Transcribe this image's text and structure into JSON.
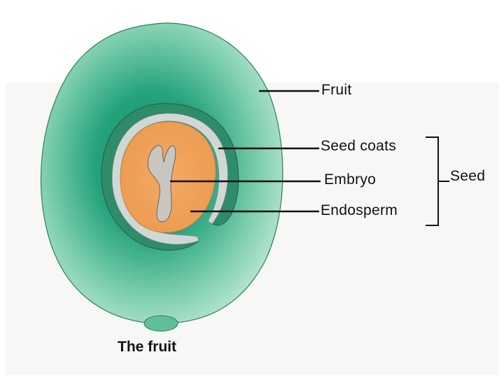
{
  "labels": {
    "fruit": "Fruit",
    "seed_coats": "Seed coats",
    "embryo": "Embryo",
    "endosperm": "Endosperm",
    "seed": "Seed"
  },
  "caption": "The fruit",
  "colors": {
    "fruit_outer": "#b8e6cf",
    "fruit_inner": "#1f9a74",
    "seed_coat": "#2e8a6a",
    "seed_coat_inner": "#c9d4d0",
    "endosperm": "#f0a35a",
    "embryo": "#c8c4c0",
    "leader_line": "#111111"
  }
}
